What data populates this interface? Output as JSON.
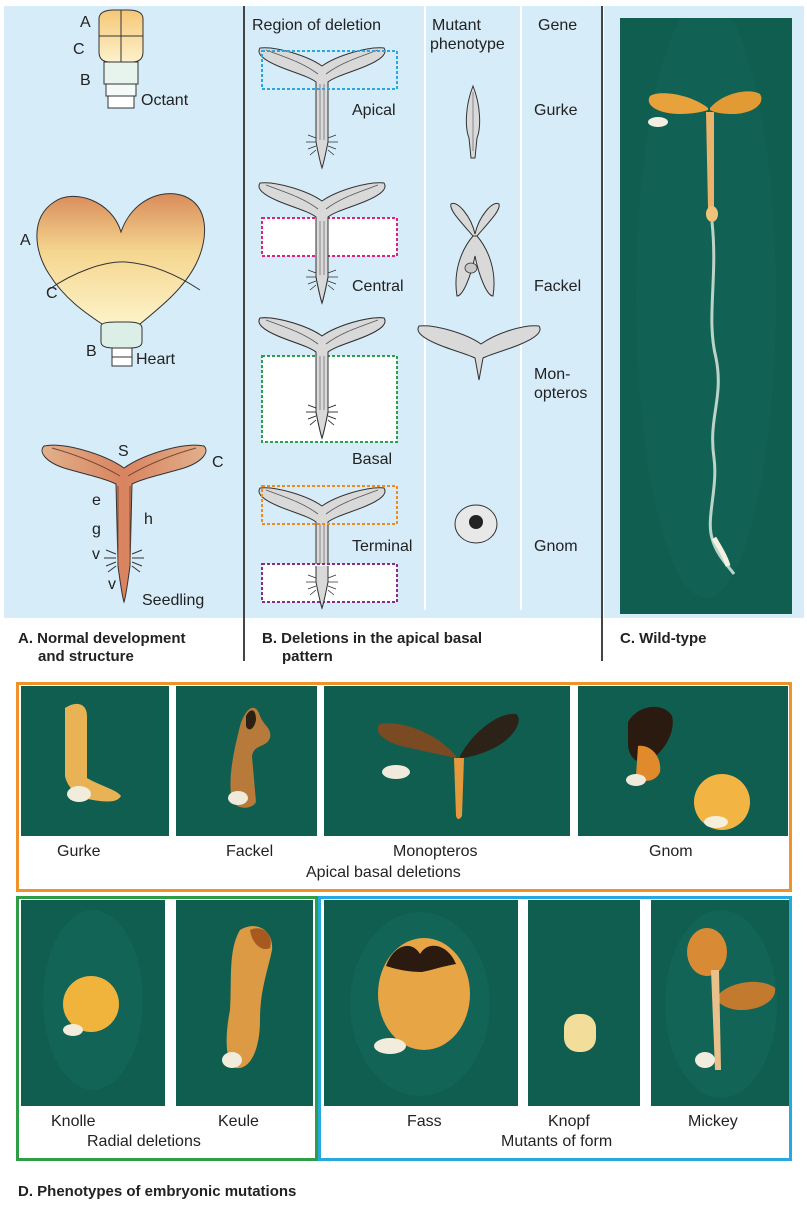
{
  "panel_a": {
    "caption_line1": "A. Normal development",
    "caption_line2": "and structure",
    "octant": {
      "label": "Octant",
      "A": "A",
      "B": "B",
      "C": "C"
    },
    "heart": {
      "label": "Heart",
      "A": "A",
      "B": "B",
      "C": "C"
    },
    "seedling": {
      "label": "Seedling",
      "S": "S",
      "C": "C",
      "e": "e",
      "g": "g",
      "v1": "v",
      "v2": "v",
      "h": "h"
    }
  },
  "panel_b": {
    "caption_line1": "B. Deletions in the apical basal",
    "caption_line2": "pattern",
    "col_region": "Region of deletion",
    "col_phenotype_1": "Mutant",
    "col_phenotype_2": "phenotype",
    "col_gene": "Gene",
    "rows": [
      {
        "region": "Apical",
        "gene": "Gurke",
        "color": "#2aa7df"
      },
      {
        "region": "Central",
        "gene": "Fackel",
        "color": "#e0207a"
      },
      {
        "region": "Basal",
        "gene_1": "Mon-",
        "gene_2": "opteros",
        "color": "#2aa04a"
      },
      {
        "region": "Terminal",
        "gene": "Gnom",
        "color_top": "#f08c1e",
        "color_bottom": "#8a2c8e"
      }
    ]
  },
  "panel_c": {
    "caption": "C. Wild-type"
  },
  "panel_d": {
    "caption": "D. Phenotypes of embryonic mutations",
    "apical_group": {
      "title": "Apical basal deletions",
      "color": "#f0922a",
      "items": [
        "Gurke",
        "Fackel",
        "Monopteros",
        "Gnom"
      ]
    },
    "radial_group": {
      "title": "Radial deletions",
      "color": "#2e9e46",
      "items": [
        "Knolle",
        "Keule"
      ]
    },
    "form_group": {
      "title": "Mutants of form",
      "color": "#25a9e0",
      "items": [
        "Fass",
        "Knopf",
        "Mickey"
      ]
    }
  }
}
